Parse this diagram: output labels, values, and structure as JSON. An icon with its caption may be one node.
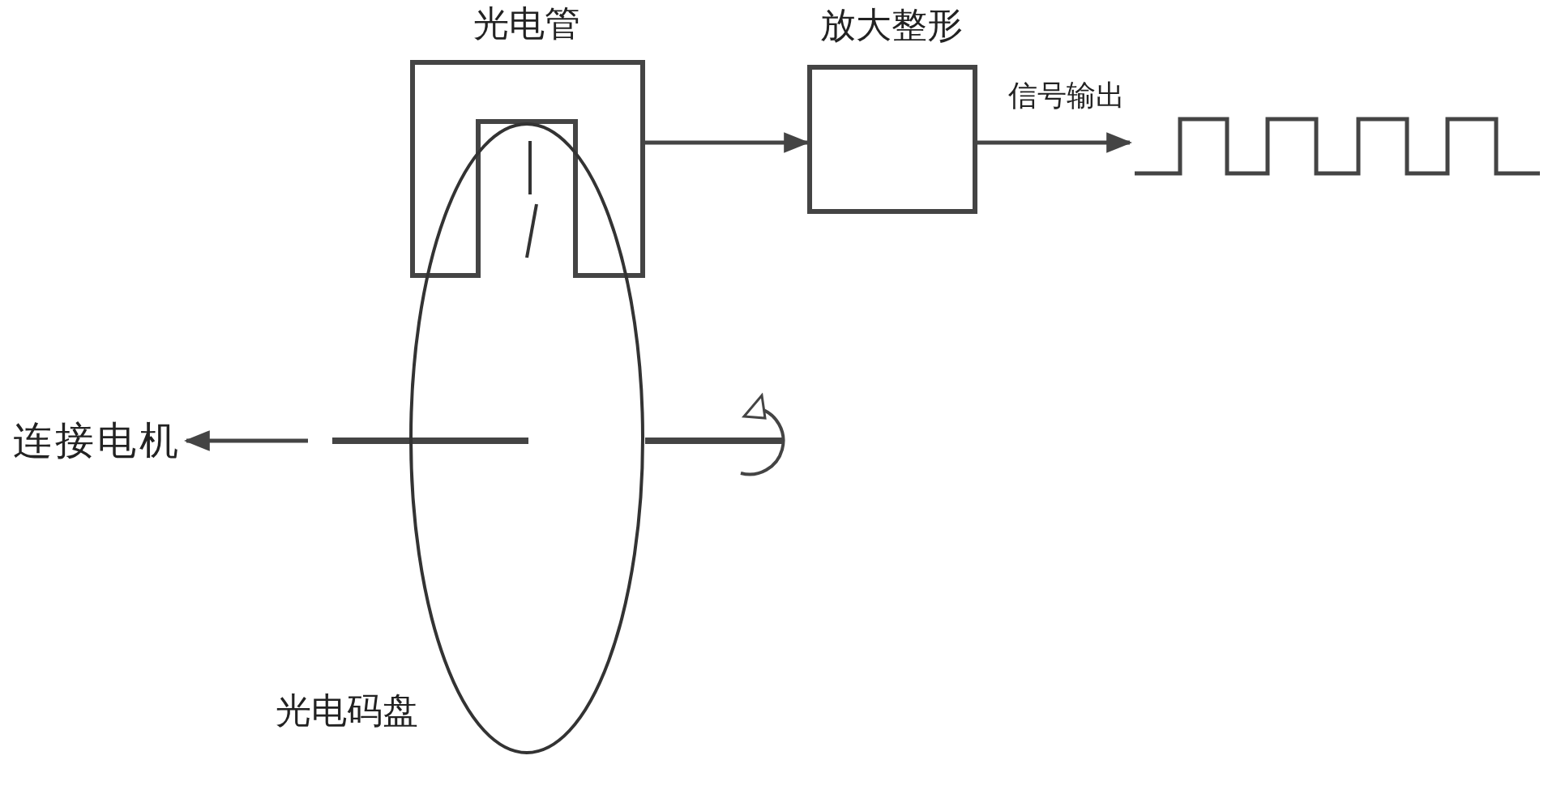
{
  "diagram": {
    "nodes": [
      {
        "text": [
          "光电管"
        ]
      },
      {
        "text": [
          "放大整形"
        ]
      },
      {
        "text": [
          "光电码盘"
        ]
      },
      {
        "text": [
          "连接电机"
        ]
      },
      {
        "text": [],
        "shape": "picture"
      }
    ],
    "edges": [
      {
        "from": 0,
        "to": 1,
        "arrow": "to"
      },
      {
        "from": 1,
        "to": 4,
        "arrow": "to",
        "label": "信号输出"
      },
      {
        "from": null,
        "to": 3,
        "arrow": "to"
      }
    ]
  }
}
